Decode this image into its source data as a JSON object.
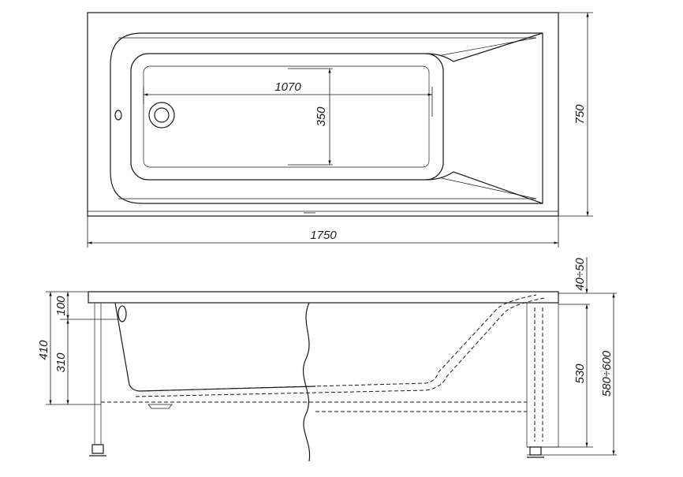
{
  "top_view": {
    "floor_length": "1070",
    "floor_width": "350",
    "overall_width": "750",
    "overall_length": "1750"
  },
  "side_view": {
    "rim_height": "100",
    "total_depth": "410",
    "inner_depth": "310",
    "leg_adjust": "40÷50",
    "panel_height": "530",
    "total_height": "580÷600"
  }
}
